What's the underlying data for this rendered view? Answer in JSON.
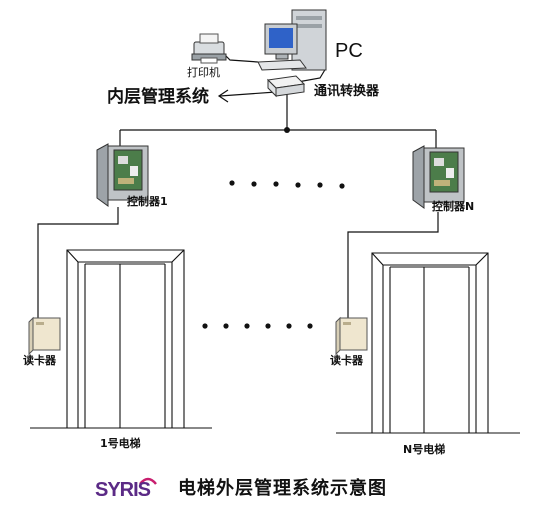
{
  "labels": {
    "pc": "PC",
    "printer": "打印机",
    "converter": "通讯转换器",
    "inner_system": "内层管理系统",
    "controller_1": "控制器1",
    "controller_n": "控制器N",
    "reader_left": "读卡器",
    "reader_right": "读卡器",
    "elevator_1": "1号电梯",
    "elevator_n": "N号电梯",
    "diagram_title": "电梯外层管理系统示意图",
    "logo": "SYRIS"
  },
  "ellipsis": {
    "top_dots": 6,
    "middle_dots": 6
  },
  "colors": {
    "line": "#111111",
    "logo_purple": "#5b2a86",
    "logo_accent": "#c81e6e",
    "cabinet_gray": "#bfc3c6",
    "reader_beige": "#efe6cf"
  }
}
